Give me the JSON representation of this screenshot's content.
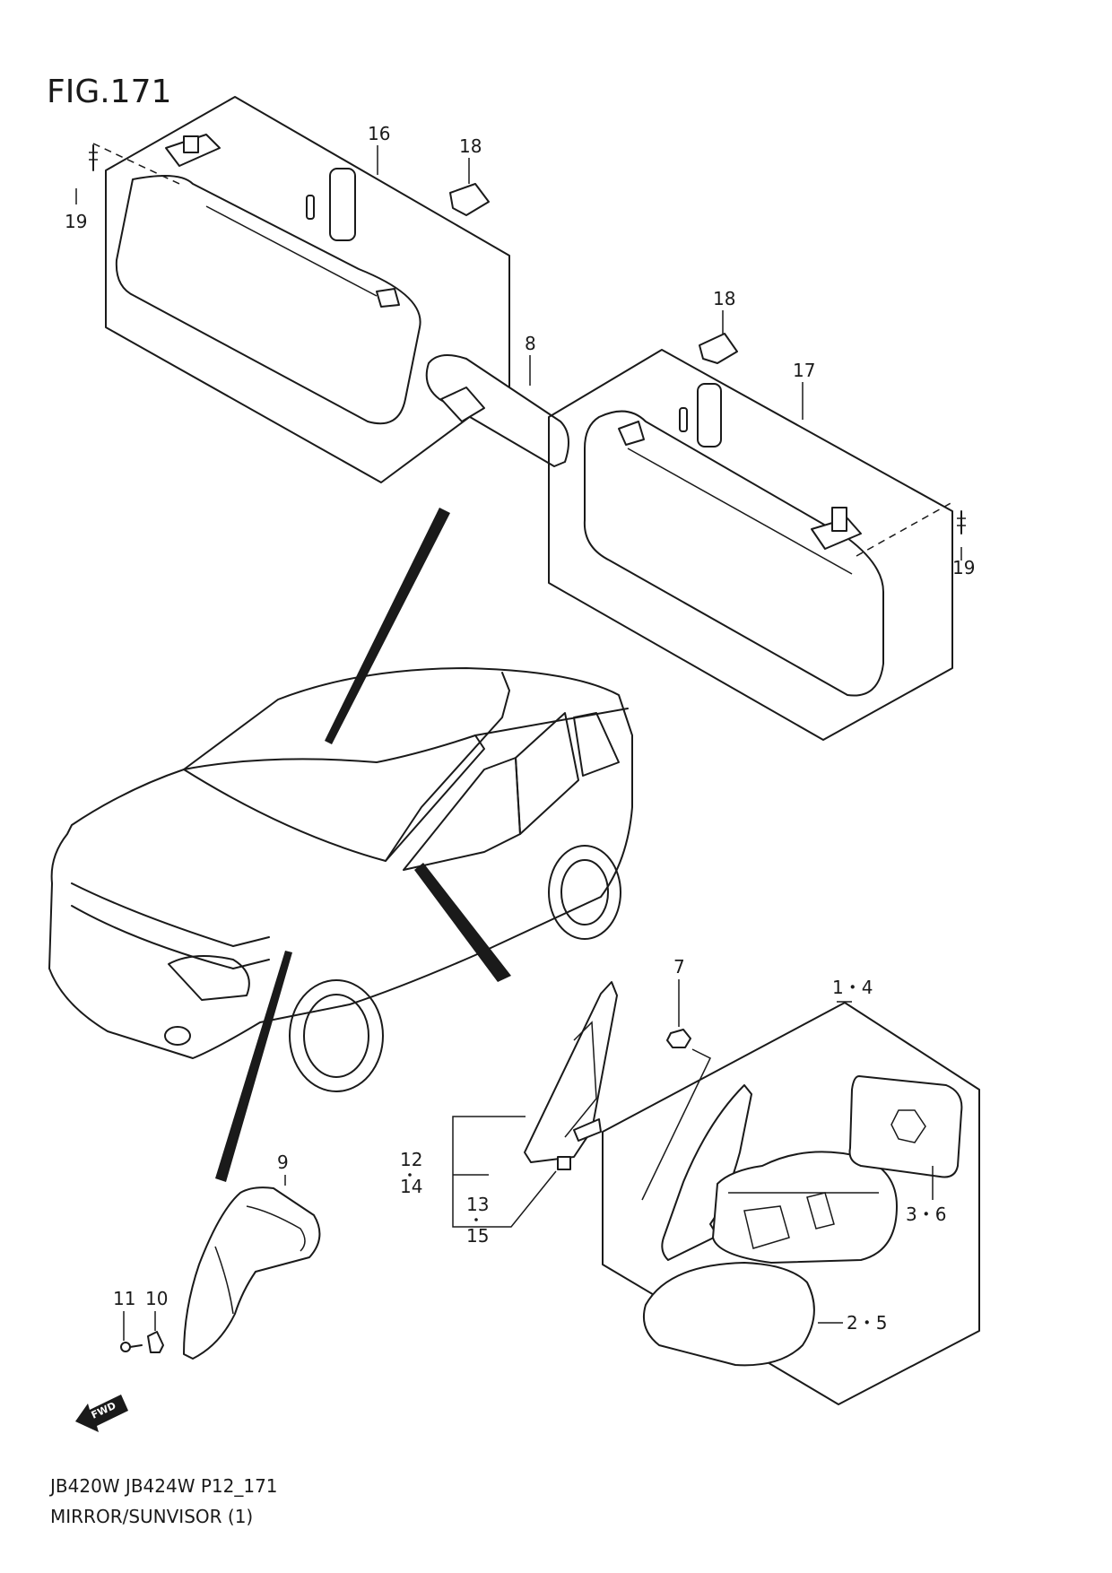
{
  "figure": {
    "title": "FIG.171"
  },
  "callouts": {
    "c16": "16",
    "c18a": "18",
    "c19a": "19",
    "c8": "8",
    "c18b": "18",
    "c17": "17",
    "c19b": "19",
    "c7": "7",
    "c14top": "1・4",
    "c12": "12",
    "c14": "14",
    "c13": "13",
    "c15": "15",
    "c36": "3・6",
    "c25": "2・5",
    "c9": "9",
    "c11": "11",
    "c10": "10"
  },
  "fwd_badge": "FWD",
  "footer": {
    "model_code": "JB420W JB424W P12_171",
    "caption": "MIRROR/SUNVISOR (1)"
  },
  "icons": [
    "fwd-arrow-icon"
  ]
}
